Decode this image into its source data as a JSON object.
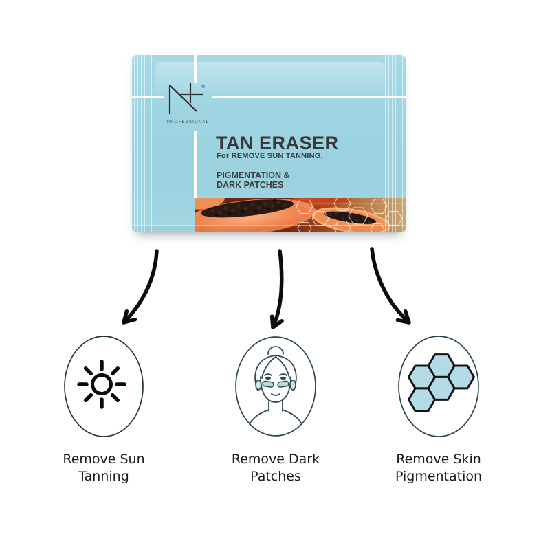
{
  "package": {
    "logo": {
      "name": "N+",
      "registered": "®",
      "subtext": "PROFESSIONAL"
    },
    "title": "TAN ERASER",
    "subtitle": "For REMOVE SUN TANNING,",
    "tagline_line1": "PIGMENTATION &",
    "tagline_line2": "DARK PATCHES",
    "photo": "papaya-halves-with-black-seeds-strip"
  },
  "benefits": [
    {
      "icon": "sun-icon",
      "line1": "Remove Sun",
      "line2": "Tanning"
    },
    {
      "icon": "face-eye-patches-icon",
      "line1": "Remove Dark",
      "line2": "Patches"
    },
    {
      "icon": "honeycomb-hexagons-icon",
      "line1": "Remove Skin",
      "line2": "Pigmentation"
    }
  ],
  "colors": {
    "sachet_blue": "#9ed4e2",
    "title_dark": "#393939",
    "icon_line": "#2e4a52",
    "patch_teal": "#b9dcd8",
    "hex_fill": "#b3dbe7",
    "arrow_black": "#0c0c0c",
    "papaya_orange": "#f08a50"
  }
}
